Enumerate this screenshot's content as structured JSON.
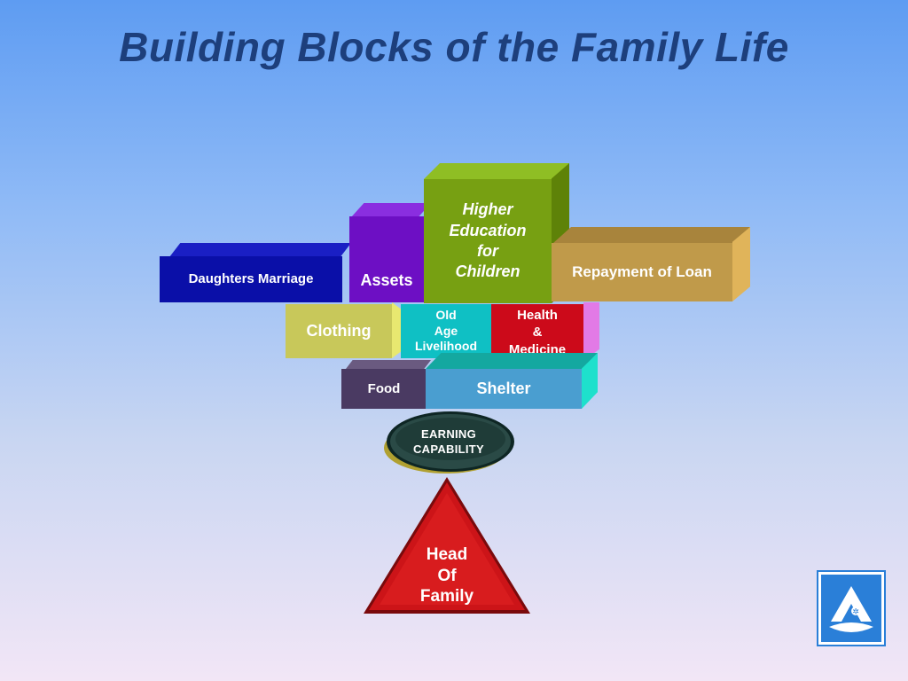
{
  "title": "Building Blocks of the Family Life",
  "blocks": {
    "daughters_marriage": "Daughters Marriage",
    "assets": "Assets",
    "higher_education": [
      "Higher",
      "Education",
      "for",
      "Children"
    ],
    "repayment_of_loan": "Repayment of Loan",
    "clothing": "Clothing",
    "old_age_livelihood": [
      "Old",
      "Age",
      "Livelihood"
    ],
    "health_medicine": [
      "Health",
      "&",
      "Medicine"
    ],
    "food": "Food",
    "shelter": "Shelter"
  },
  "earning_capability": [
    "EARNING",
    "CAPABILITY"
  ],
  "head_of_family": [
    "Head",
    "Of",
    "Family"
  ],
  "colors": {
    "daughters_marriage": "#0a0fa8",
    "assets": "#6d0fc4",
    "higher_education": "#77a012",
    "repayment_of_loan": "#c09a4a",
    "clothing": "#c8c85a",
    "old_age_livelihood": "#0fc0c4",
    "health_medicine": "#cc0a1a",
    "food": "#4a3a62",
    "shelter": "#4a9ed0",
    "earning_capability": "#1f3c38",
    "head_of_family": "#cc1418"
  },
  "logo_icon": "company-logo-icon"
}
